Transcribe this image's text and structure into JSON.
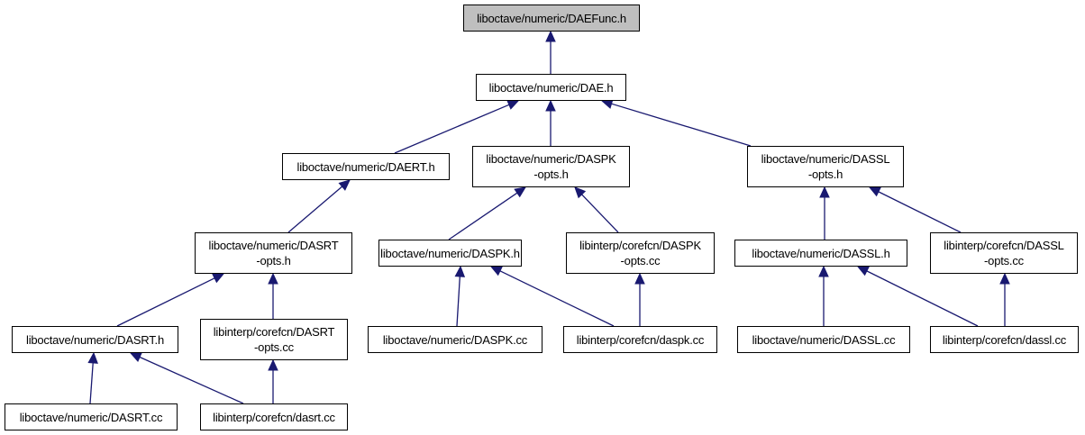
{
  "title": "Include dependency graph (included-by) for liboctave/numeric/DAEFunc.h",
  "colors": {
    "edge": "#191970",
    "root_fill": "#bfbfbf",
    "node_fill": "#ffffff",
    "border": "#000000"
  },
  "nodes": [
    {
      "id": "daefunc_h",
      "label": "liboctave/numeric/DAEFunc.h",
      "root": true
    },
    {
      "id": "dae_h",
      "label": "liboctave/numeric/DAE.h"
    },
    {
      "id": "daert_h",
      "label": "liboctave/numeric/DAERT.h"
    },
    {
      "id": "daspk_opts_h",
      "label": "liboctave/numeric/DASPK\n-opts.h"
    },
    {
      "id": "dassl_opts_h",
      "label": "liboctave/numeric/DASSL\n-opts.h"
    },
    {
      "id": "dasrt_opts_h",
      "label": "liboctave/numeric/DASRT\n-opts.h"
    },
    {
      "id": "daspk_h",
      "label": "liboctave/numeric/DASPK.h"
    },
    {
      "id": "daspk_opts_cc",
      "label": "libinterp/corefcn/DASPK\n-opts.cc"
    },
    {
      "id": "dassl_h",
      "label": "liboctave/numeric/DASSL.h"
    },
    {
      "id": "dassl_opts_cc",
      "label": "libinterp/corefcn/DASSL\n-opts.cc"
    },
    {
      "id": "dasrt_h",
      "label": "liboctave/numeric/DASRT.h"
    },
    {
      "id": "dasrt_opts_cc",
      "label": "libinterp/corefcn/DASRT\n-opts.cc"
    },
    {
      "id": "dasrt_num_cc",
      "label": "liboctave/numeric/DASRT.cc"
    },
    {
      "id": "dasrt_cc",
      "label": "libinterp/corefcn/dasrt.cc"
    },
    {
      "id": "daspk_num_cc",
      "label": "liboctave/numeric/DASPK.cc"
    },
    {
      "id": "daspk_cc",
      "label": "libinterp/corefcn/daspk.cc"
    },
    {
      "id": "dassl_num_cc",
      "label": "liboctave/numeric/DASSL.cc"
    },
    {
      "id": "dassl_cc",
      "label": "libinterp/corefcn/dassl.cc"
    }
  ],
  "edges": [
    {
      "from": "dae_h",
      "to": "daefunc_h"
    },
    {
      "from": "daert_h",
      "to": "dae_h"
    },
    {
      "from": "daspk_opts_h",
      "to": "dae_h"
    },
    {
      "from": "dassl_opts_h",
      "to": "dae_h"
    },
    {
      "from": "dasrt_opts_h",
      "to": "daert_h"
    },
    {
      "from": "daspk_h",
      "to": "daspk_opts_h"
    },
    {
      "from": "daspk_opts_cc",
      "to": "daspk_opts_h"
    },
    {
      "from": "dassl_h",
      "to": "dassl_opts_h"
    },
    {
      "from": "dassl_opts_cc",
      "to": "dassl_opts_h"
    },
    {
      "from": "dasrt_h",
      "to": "dasrt_opts_h"
    },
    {
      "from": "dasrt_opts_cc",
      "to": "dasrt_opts_h"
    },
    {
      "from": "dasrt_num_cc",
      "to": "dasrt_h"
    },
    {
      "from": "dasrt_cc",
      "to": "dasrt_h"
    },
    {
      "from": "dasrt_cc",
      "to": "dasrt_opts_cc"
    },
    {
      "from": "daspk_num_cc",
      "to": "daspk_h"
    },
    {
      "from": "daspk_cc",
      "to": "daspk_h"
    },
    {
      "from": "daspk_cc",
      "to": "daspk_opts_cc"
    },
    {
      "from": "dassl_num_cc",
      "to": "dassl_h"
    },
    {
      "from": "dassl_cc",
      "to": "dassl_h"
    },
    {
      "from": "dassl_cc",
      "to": "dassl_opts_cc"
    }
  ]
}
